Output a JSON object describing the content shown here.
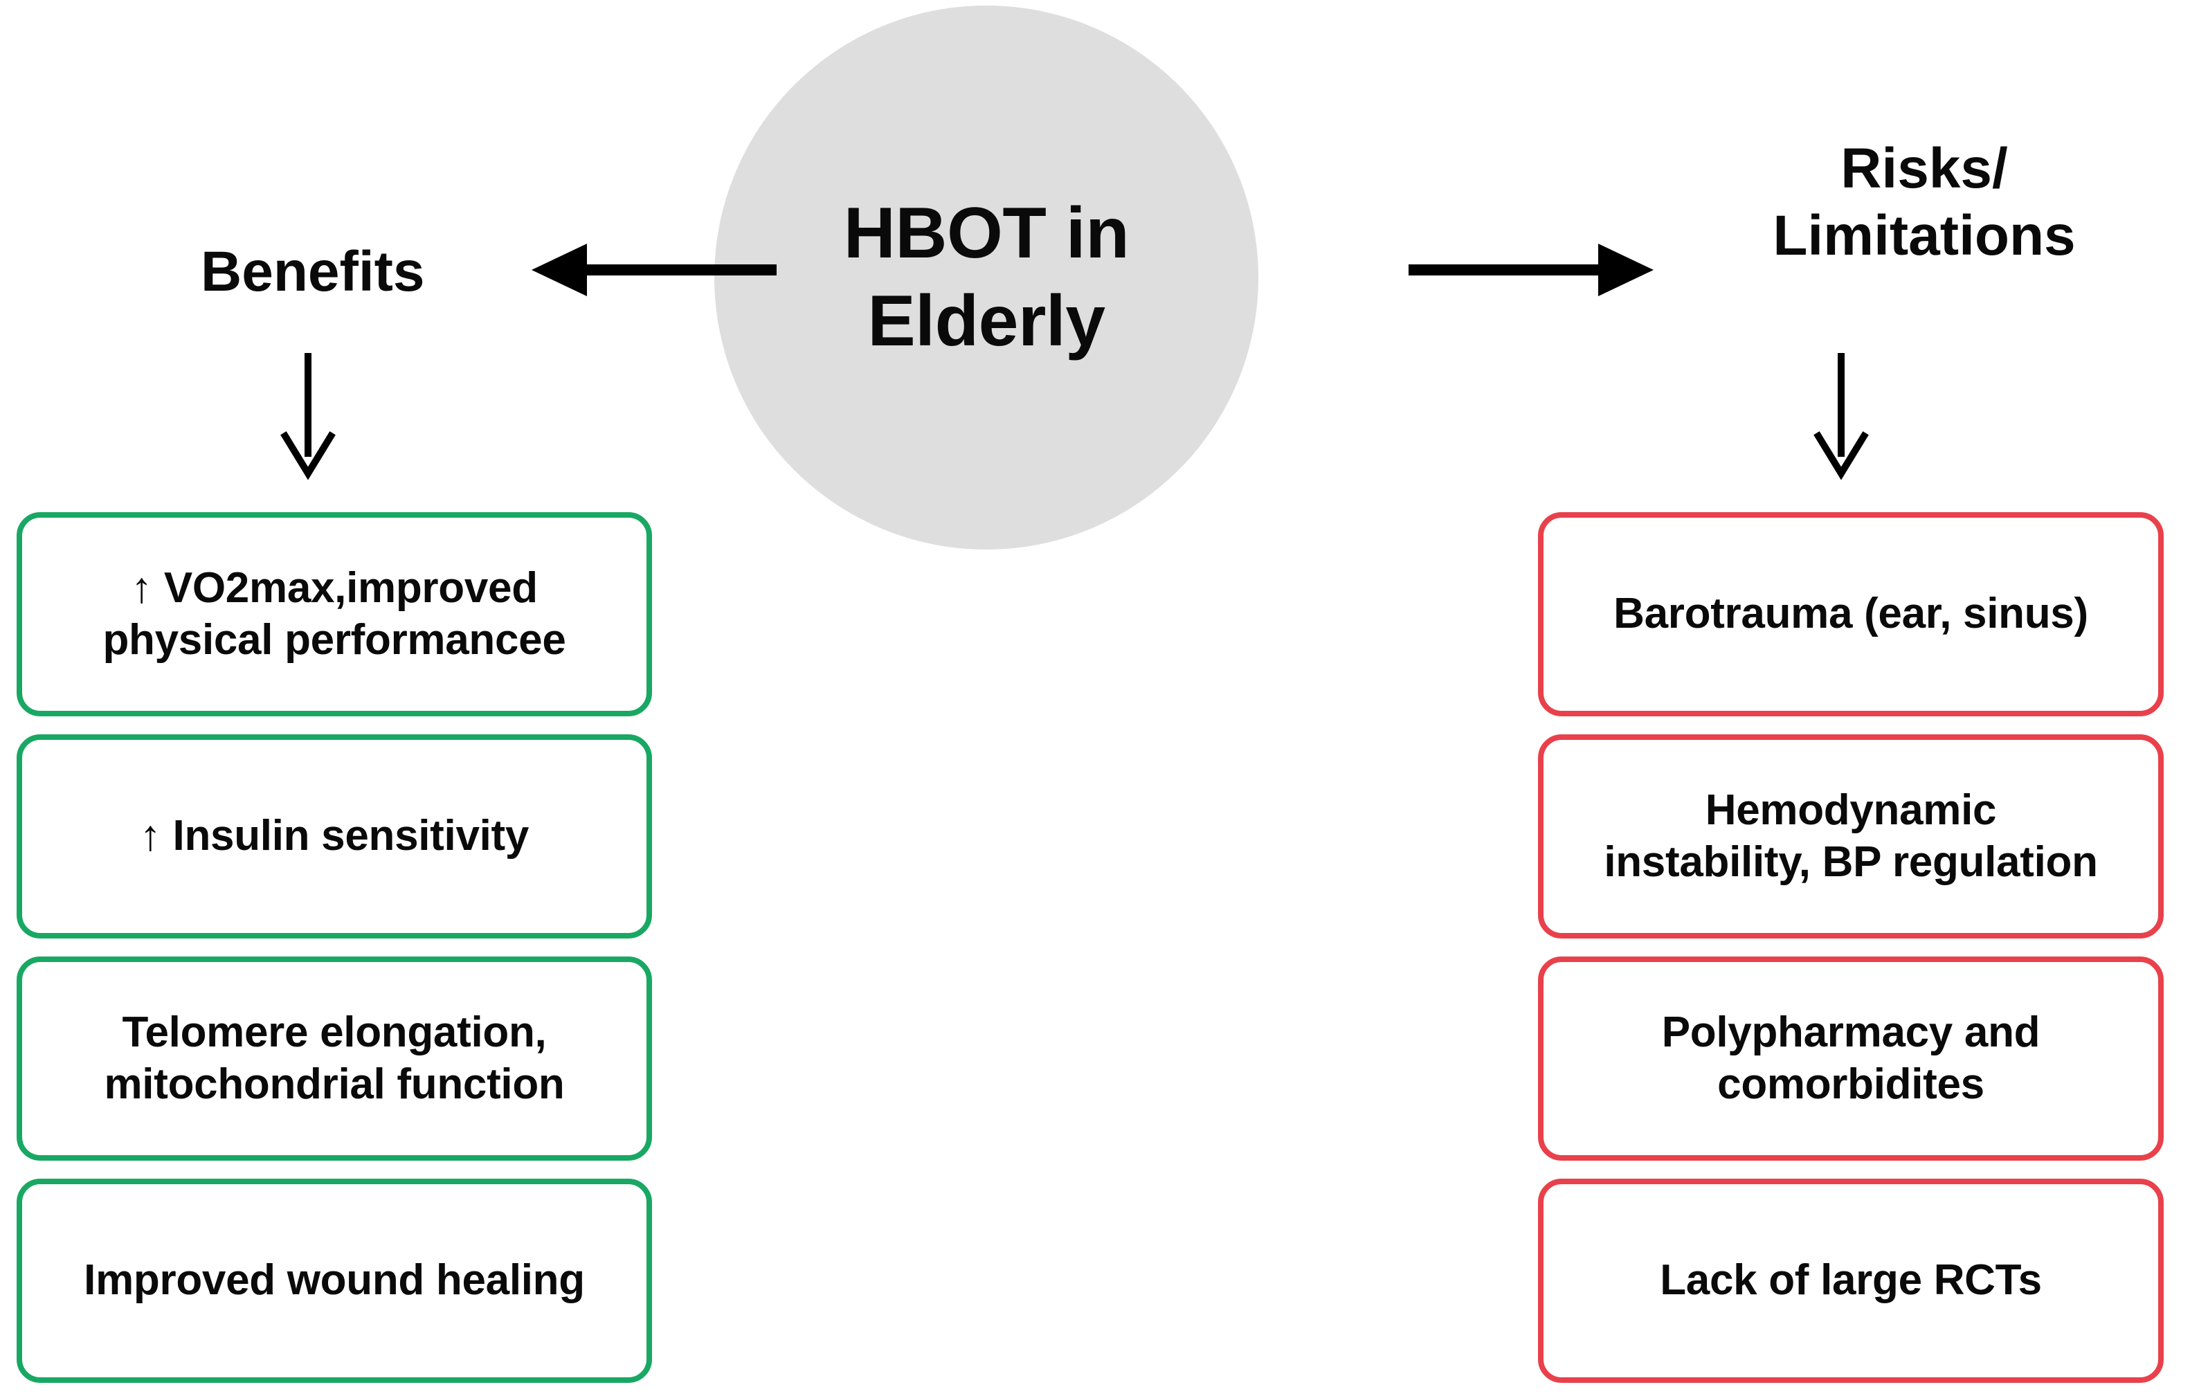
{
  "diagram": {
    "center": {
      "label": "HBOT in\nElderly",
      "fill_color": "#dedede"
    },
    "branches": [
      {
        "heading": "Benefits",
        "side": "left",
        "accent_color": "#18a863",
        "arrow_from_center": "left-arrow",
        "arrow_to_items": "down-arrow",
        "items": [
          "↑ VO2max,improved\nphysical performancee",
          "↑ Insulin sensitivity",
          "Telomere elongation,\nmitochondrial function",
          "Improved wound healing"
        ]
      },
      {
        "heading": "Risks/\nLimitations",
        "side": "right",
        "accent_color": "#e8414b",
        "arrow_from_center": "right-arrow",
        "arrow_to_items": "down-arrow",
        "items": [
          "Barotrauma (ear, sinus)",
          "Hemodynamic\ninstability, BP regulation",
          "Polypharmacy and\ncomorbidites",
          "Lack of large RCTs"
        ]
      }
    ],
    "icons": {
      "left_arrow": "arrow-left-icon",
      "right_arrow": "arrow-right-icon",
      "down_arrow": "arrow-down-icon",
      "up_arrow": "arrow-up-icon"
    },
    "colors": {
      "background": "#ffffff",
      "text": "#0a0a0a",
      "benefit_border": "#18a863",
      "risk_border": "#e8414b",
      "center_fill": "#dedede",
      "arrow_stroke": "#000000"
    }
  }
}
